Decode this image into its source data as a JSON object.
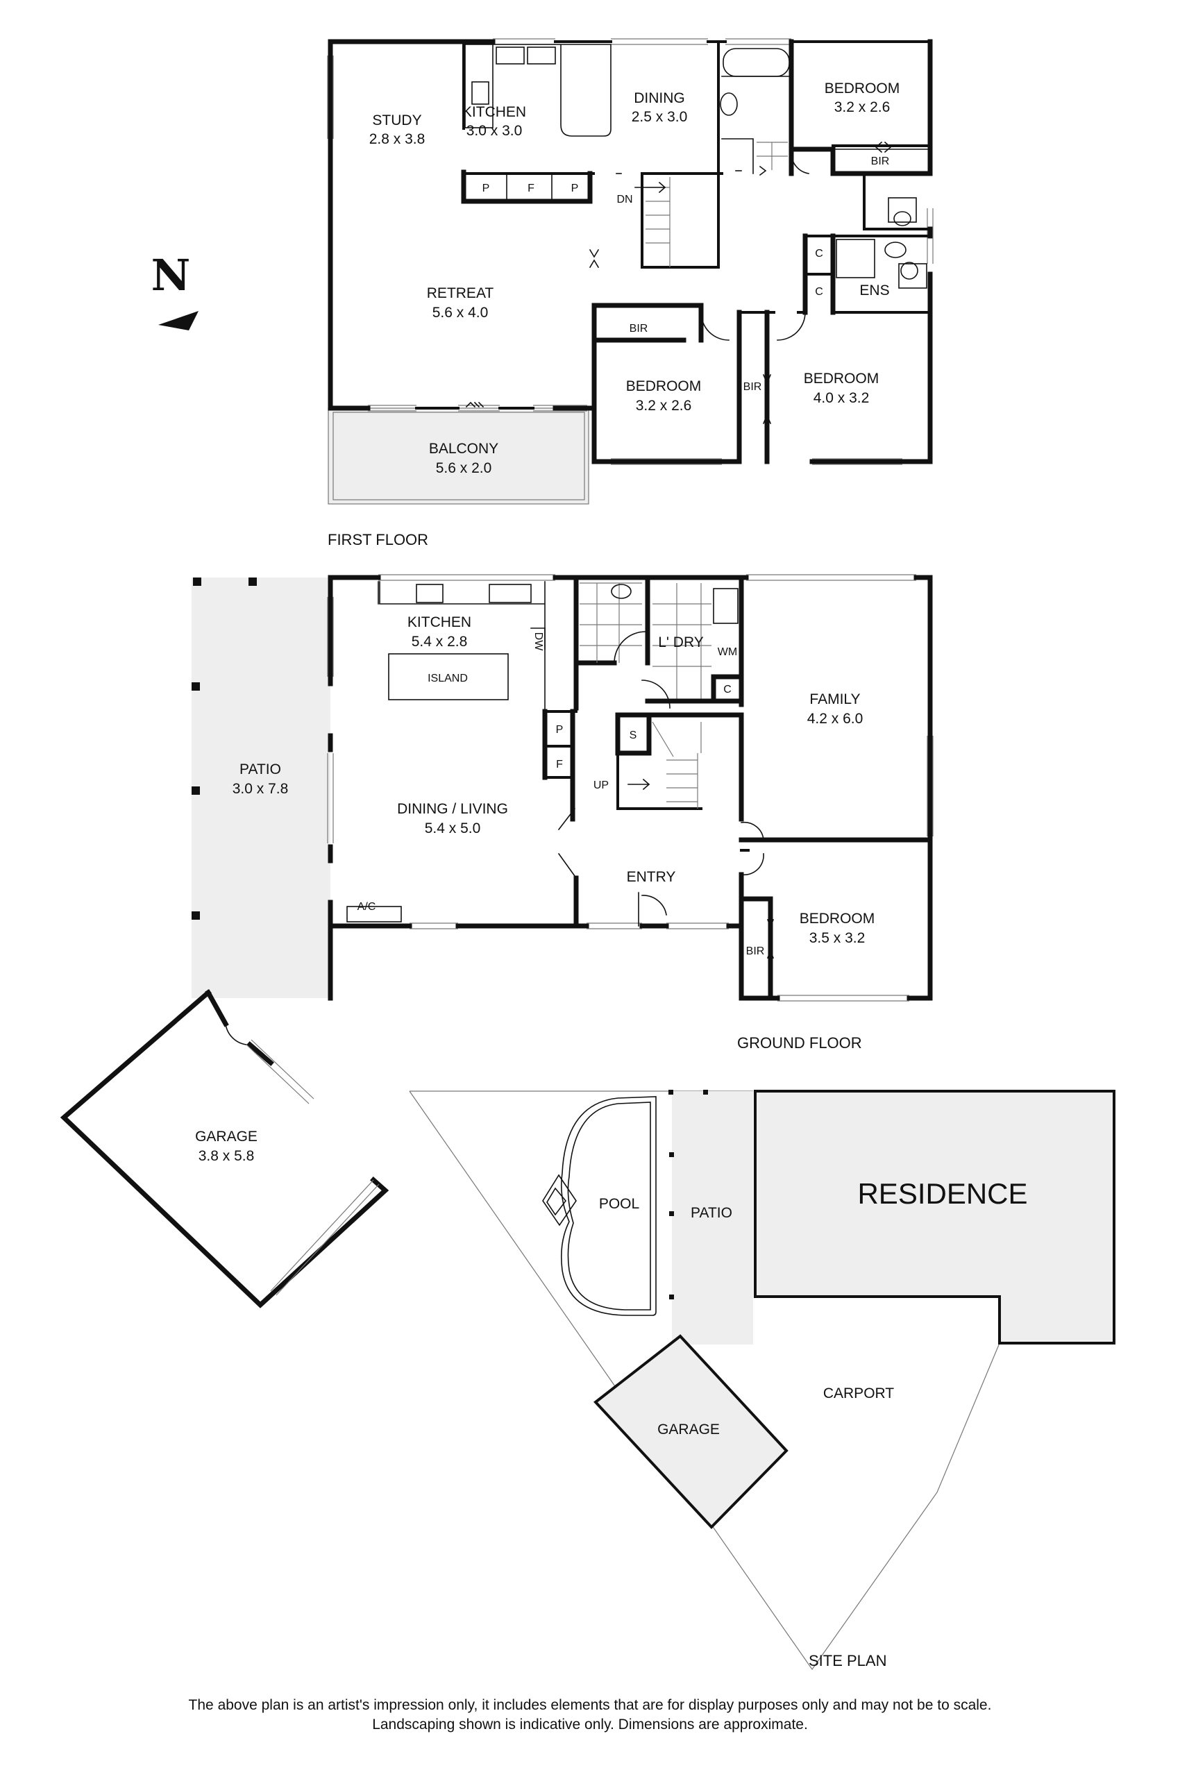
{
  "compass": {
    "letter": "N",
    "icon": "north-arrow-icon"
  },
  "first_floor": {
    "title": "FIRST FLOOR",
    "rooms": {
      "study": {
        "name": "STUDY",
        "dims": "2.8 x 3.8"
      },
      "kitchen": {
        "name": "KITCHEN",
        "dims": "3.0 x 3.0"
      },
      "dining": {
        "name": "DINING",
        "dims": "2.5 x 3.0"
      },
      "bedroom_ne": {
        "name": "BEDROOM",
        "dims": "3.2 x 2.6"
      },
      "retreat": {
        "name": "RETREAT",
        "dims": "5.6 x 4.0"
      },
      "bedroom_mid": {
        "name": "BEDROOM",
        "dims": "3.2 x 2.6"
      },
      "bedroom_se": {
        "name": "BEDROOM",
        "dims": "4.0 x 3.2"
      },
      "balcony": {
        "name": "BALCONY",
        "dims": "5.6 x 2.0"
      }
    },
    "tags": {
      "p1": "P",
      "f": "F",
      "p2": "P",
      "dn": "DN",
      "bir1": "BIR",
      "bir2": "BIR",
      "bir3": "BIR",
      "c1": "C",
      "c2": "C",
      "ens": "ENS"
    }
  },
  "ground_floor": {
    "title": "GROUND FLOOR",
    "rooms": {
      "kitchen": {
        "name": "KITCHEN",
        "dims": "5.4 x 2.8"
      },
      "island": "ISLAND",
      "laundry": {
        "name": "L' DRY"
      },
      "family": {
        "name": "FAMILY",
        "dims": "4.2 x 6.0"
      },
      "patio": {
        "name": "PATIO",
        "dims": "3.0 x 7.8"
      },
      "dining_living": {
        "name": "DINING / LIVING",
        "dims": "5.4 x 5.0"
      },
      "entry": {
        "name": "ENTRY"
      },
      "bedroom": {
        "name": "BEDROOM",
        "dims": "3.5 x 3.2"
      },
      "garage": {
        "name": "GARAGE",
        "dims": "3.8 x 5.8"
      }
    },
    "tags": {
      "dw": "DW",
      "wm": "WM",
      "c": "C",
      "s": "S",
      "p": "P",
      "f": "F",
      "up": "UP",
      "ac": "A/C",
      "bir": "BIR"
    }
  },
  "site_plan": {
    "title": "SITE PLAN",
    "labels": {
      "pool": "POOL",
      "patio": "PATIO",
      "residence": "RESIDENCE",
      "carport": "CARPORT",
      "garage": "GARAGE"
    }
  },
  "disclaimer": {
    "line1": "The above plan is an artist's impression only, it includes elements that are for display purposes only and may not be to scale.",
    "line2": "Landscaping shown is indicative only. Dimensions are approximate."
  }
}
